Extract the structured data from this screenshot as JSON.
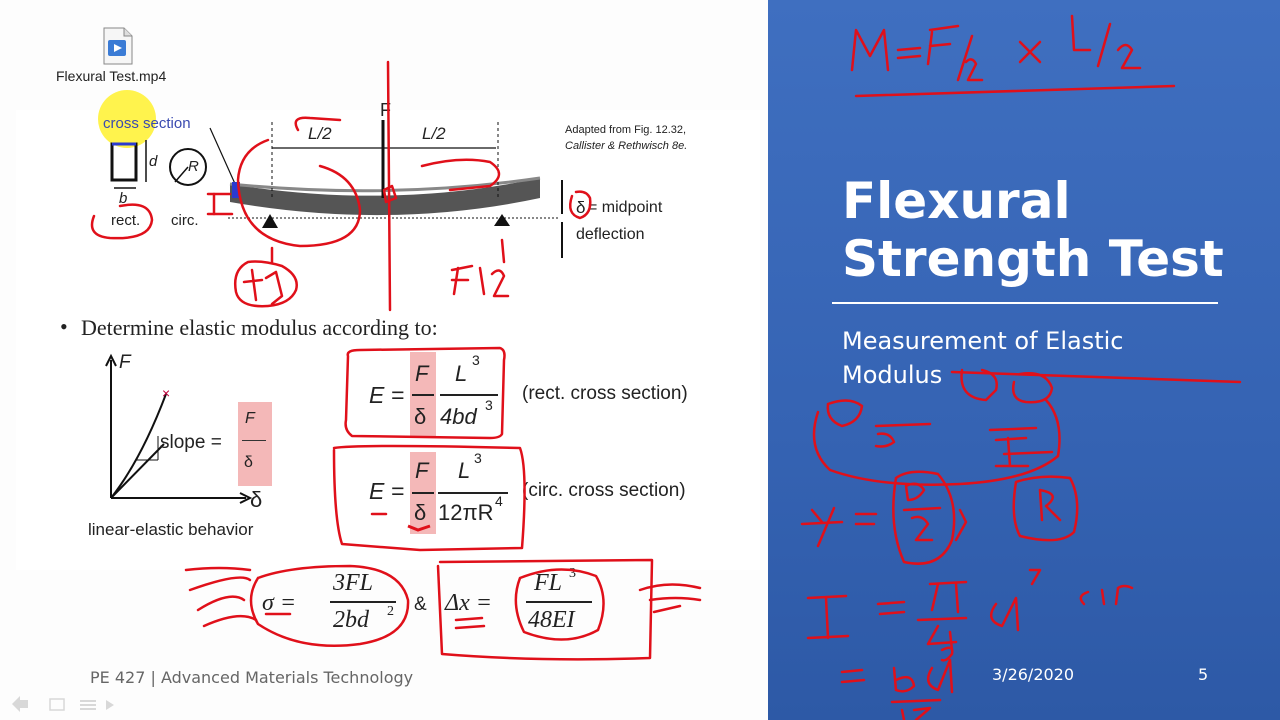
{
  "desktop": {
    "file_label": "Flexural Test.mp4",
    "file_icon": "video-file-icon"
  },
  "figure": {
    "cross_section_label": "cross section",
    "dim_d": "d",
    "dim_b": "b",
    "circle_R": "R",
    "rect_label": "rect.",
    "circ_label": "circ.",
    "force_label": "F",
    "half_span_left": "L/2",
    "half_span_right": "L/2",
    "adapted_line1": "Adapted from Fig. 12.32,",
    "adapted_line2": "Callister & Rethwisch 8e.",
    "delta_symbol": "δ",
    "midpoint_label": "= midpoint",
    "deflection_label": "deflection",
    "bullet_text": "Determine elastic modulus according to:",
    "graph_y": "F",
    "graph_x": "δ",
    "slope_text": "slope =",
    "slope_num": "F",
    "slope_den": "δ",
    "linear_label": "linear-elastic behavior",
    "eq1_lhs": "E =",
    "eq1_frac_num": "F",
    "eq1_frac_den": "δ",
    "eq1_L_num": "L",
    "eq1_L_exp": "3",
    "eq1_den": "4bd",
    "eq1_den_exp": "3",
    "eq1_note": "(rect. cross section)",
    "eq2_lhs": "E =",
    "eq2_frac_num": "F",
    "eq2_frac_den": "δ",
    "eq2_L_num": "L",
    "eq2_L_exp": "3",
    "eq2_den": "12πR",
    "eq2_den_exp": "4",
    "eq2_note": "(circ. cross section)",
    "sigma_lhs": "σ =",
    "sigma_num": "3FL",
    "sigma_den": "2bd",
    "sigma_den_exp": "2",
    "amp": "&",
    "dx_lhs": "Δx =",
    "dx_num": "FL",
    "dx_num_exp": "3",
    "dx_den": "48EI"
  },
  "slide": {
    "title_line1": "Flexural",
    "title_line2": "Strength Test",
    "subtitle_line1": "Measurement of Elastic",
    "subtitle_line2": "Modulus",
    "footer_course": "PE 427 | Advanced Materials Technology",
    "footer_date": "3/26/2020",
    "footer_page": "5"
  },
  "colors": {
    "accent_blue": "#3563b3",
    "ink_red": "#e0101a",
    "pink_box": "#f4b8b8"
  }
}
